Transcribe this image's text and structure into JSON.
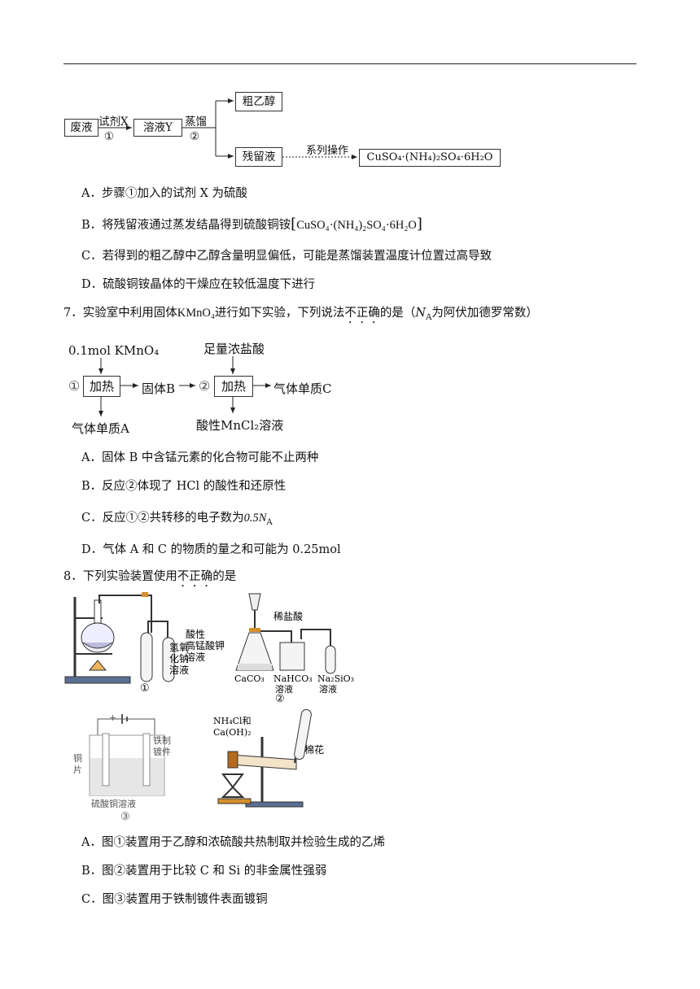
{
  "flow1": {
    "waste": "废液",
    "reagent": "试剂X",
    "step1": "①",
    "solution_y": "溶液Y",
    "distill": "蒸馏",
    "step2": "②",
    "crude": "粗乙醇",
    "residue": "残留液",
    "series": "系列操作",
    "product": "CuSO₄·(NH₄)₂SO₄·6H₂O"
  },
  "q6": {
    "options": [
      "A．步骤①加入的试剂 X 为硫酸",
      "B．将残留液通过蒸发结晶得到硫酸铜铵",
      "C．若得到的粗乙醇中乙醇含量明显偏低，可能是蒸馏装置温度计位置过高导致",
      "D．硫酸铜铵晶体的干燥应在较低温度下进行"
    ],
    "b_formula": "CuSO₄·(NH₄)₂SO₄·6H₂O"
  },
  "q7": {
    "stem_pre": "7．实验室中利用固体",
    "stem_formula": "KMnO₄",
    "stem_mid": "进行如下实验，下列说法",
    "stem_emph": "不正确",
    "stem_post": "的是（",
    "stem_na": "N",
    "stem_na_sub": "A",
    "stem_end": "为阿伏加德罗常数）",
    "flow": {
      "input_top": "0.1mol KMnO₄",
      "step1": "①",
      "heat1": "加热",
      "solid_b": "固体B",
      "step2": "②",
      "heat2": "加热",
      "gas_c": "气体单质C",
      "acid": "足量浓盐酸",
      "gas_a": "气体单质A",
      "mncl2": "酸性MnCl₂溶液"
    },
    "options": [
      "A．固体 B 中含锰元素的化合物可能不止两种",
      "B．反应②体现了 HCl 的酸性和还原性",
      "C．反应①②共转移的电子数为",
      "D．气体 A 和 C 的物质的量之和可能为 0.25mol"
    ],
    "c_value": "0.5N",
    "c_sub": "A"
  },
  "q8": {
    "stem_pre": "8．下列实验装置使用",
    "stem_emph": "不正确",
    "stem_post": "的是",
    "fig1": {
      "naoh": [
        "氢氧",
        "化钠",
        "溶液"
      ],
      "kmno4": [
        "酸性",
        "高锰酸钾",
        "溶液"
      ],
      "label": "①"
    },
    "fig2": {
      "hcl": "稀盐酸",
      "caco3": "CaCO₃",
      "nahco3": [
        "NaHCO₃",
        "溶液"
      ],
      "na2sio3": [
        "Na₂SiO₃",
        "溶液"
      ],
      "label": "②"
    },
    "fig3": {
      "cu": [
        "铜",
        "片"
      ],
      "fe": [
        "铁制",
        "镀件"
      ],
      "solution": "硫酸铜溶液",
      "label": "③"
    },
    "fig4": {
      "reagents": [
        "NH₄Cl和",
        "Ca(OH)₂"
      ],
      "cotton": "棉花"
    },
    "options": [
      "A．图①装置用于乙醇和浓硫酸共热制取并检验生成的乙烯",
      "B．图②装置用于比较 C 和 Si 的非金属性强弱",
      "C．图③装置用于铁制镀件表面镀铜"
    ]
  }
}
